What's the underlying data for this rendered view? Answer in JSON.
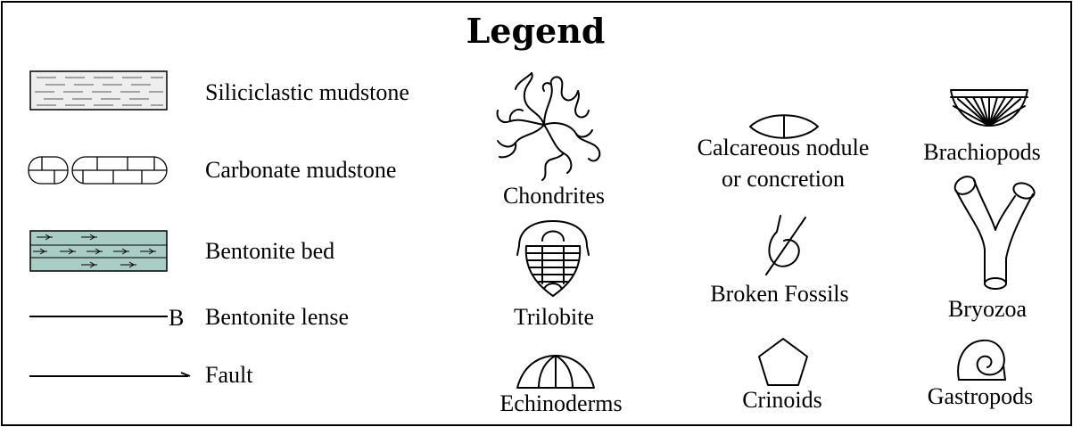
{
  "legend": {
    "title": "Legend",
    "lithology": {
      "siliciclastic": "Siliciclastic mudstone",
      "carbonate": "Carbonate mudstone",
      "bentonite_bed": "Bentonite bed",
      "bentonite_lense": "Bentonite lense",
      "bentonite_lense_marker": "B",
      "fault": "Fault"
    },
    "fossils": {
      "chondrites": "Chondrites",
      "trilobite": "Trilobite",
      "echinoderms": "Echinoderms",
      "nodule_line1": "Calcareous nodule",
      "nodule_line2": "or concretion",
      "broken": "Broken Fossils",
      "crinoids": "Crinoids",
      "brachiopods": "Brachiopods",
      "bryozoa": "Bryozoa",
      "gastropods": "Gastropods"
    },
    "colors": {
      "siliciclastic_fill": "#eeeeee",
      "bentonite_fill": "#a9cdc5",
      "line": "#000000"
    }
  }
}
